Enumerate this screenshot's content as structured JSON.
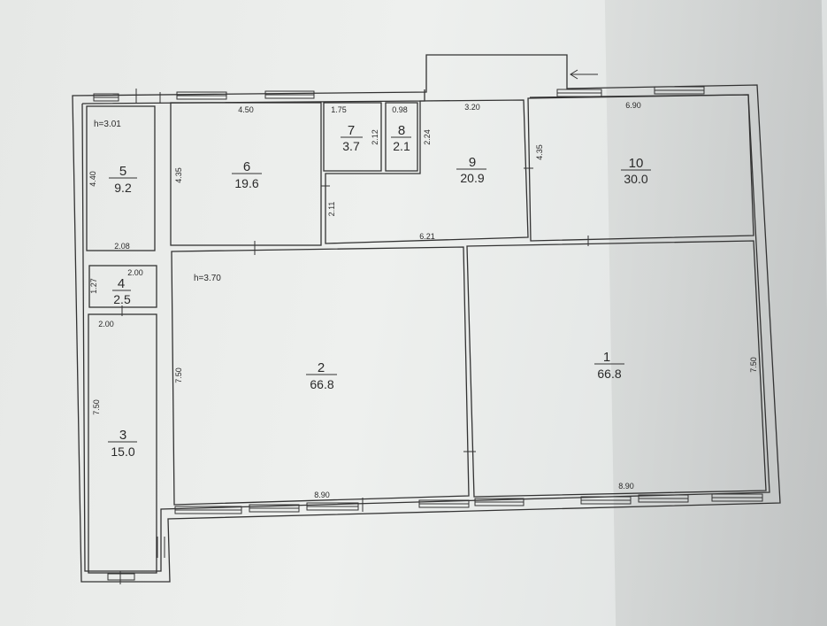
{
  "rooms": [
    {
      "id": "1",
      "area": "66.8"
    },
    {
      "id": "2",
      "area": "66.8"
    },
    {
      "id": "3",
      "area": "15.0"
    },
    {
      "id": "4",
      "area": "2.5"
    },
    {
      "id": "5",
      "area": "9.2"
    },
    {
      "id": "6",
      "area": "19.6"
    },
    {
      "id": "7",
      "area": "3.7"
    },
    {
      "id": "8",
      "area": "2.1"
    },
    {
      "id": "9",
      "area": "20.9"
    },
    {
      "id": "10",
      "area": "30.0"
    }
  ],
  "dimensions": {
    "r5_height": "4.40",
    "r5_width": "2.08",
    "r4_width": "2.00",
    "r4_height": "1.27",
    "r3_width": "2.00",
    "r3_height": "7.50",
    "r6_width": "4.50",
    "r6_height": "4.35",
    "r7_width": "1.75",
    "r7_height": "2.12",
    "r8_width": "0.98",
    "r8_height": "2.24",
    "r9_width_top": "3.20",
    "r9_width_bottom": "6.21",
    "r9_height_left": "2.11",
    "r10_width": "6.90",
    "r10_height": "4.35",
    "r2_height": "7.50",
    "r2_width": "8.90",
    "r1_height": "7.50",
    "r1_width": "8.90"
  },
  "ceiling_heights": {
    "upper": "h=3.01",
    "lower": "h=3.70"
  },
  "colors": {
    "line": "#333333",
    "paper": "#eceeec"
  }
}
